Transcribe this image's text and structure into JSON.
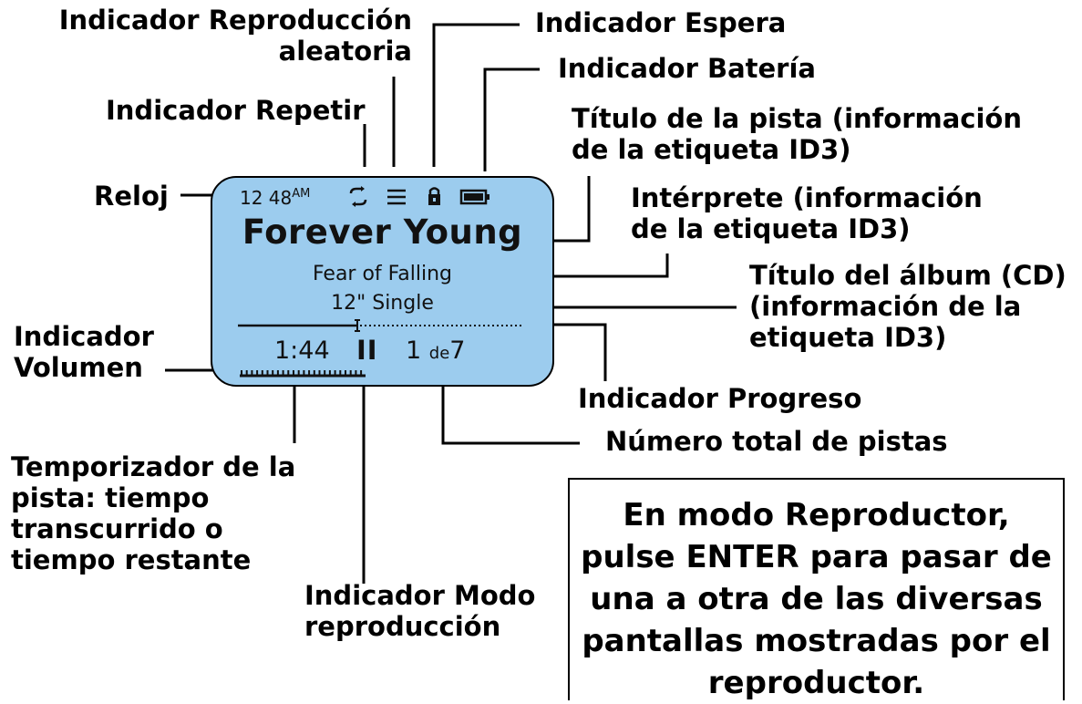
{
  "labels": {
    "shuffle_line1": "Indicador Reproducción",
    "shuffle_line2": "aleatoria",
    "hold": "Indicador Espera",
    "battery": "Indicador Batería",
    "repeat": "Indicador Repetir",
    "track_title_line1": "Título de la pista (información",
    "track_title_line2": "de la etiqueta ID3)",
    "clock": "Reloj",
    "artist_line1": "Intérprete (información",
    "artist_line2": "de la etiqueta ID3)",
    "album_line1": "Título del álbum (CD)",
    "album_line2": "(información de la",
    "album_line3": "etiqueta ID3)",
    "volume_line1": "Indicador",
    "volume_line2": "Volumen",
    "progress": "Indicador Progreso",
    "total_tracks": "Número total de pistas",
    "timer_line1": "Temporizador de la",
    "timer_line2": "pista: tiempo",
    "timer_line3": "transcurrido o",
    "timer_line4": "tiempo restante",
    "play_mode_line1": "Indicador Modo",
    "play_mode_line2": "reproducción"
  },
  "lcd": {
    "clock": "12 48",
    "clock_ampm": "AM",
    "track_title": "Forever Young",
    "artist": "Fear of Falling",
    "album": "12\" Single",
    "elapsed": "1:44",
    "play_mode_symbol": "II",
    "track_number": "1",
    "track_of": "de",
    "track_total": "7",
    "progress_fraction": 0.42,
    "icons": [
      "repeat-icon",
      "shuffle-icon",
      "lock-icon",
      "battery-icon"
    ],
    "background_color": "#9cccee"
  },
  "callout": {
    "line1": "En modo Reproductor,",
    "line2": "pulse ENTER para pasar de",
    "line3": "una a otra de las diversas",
    "line4": "pantallas mostradas por el",
    "line5": "reproductor."
  }
}
